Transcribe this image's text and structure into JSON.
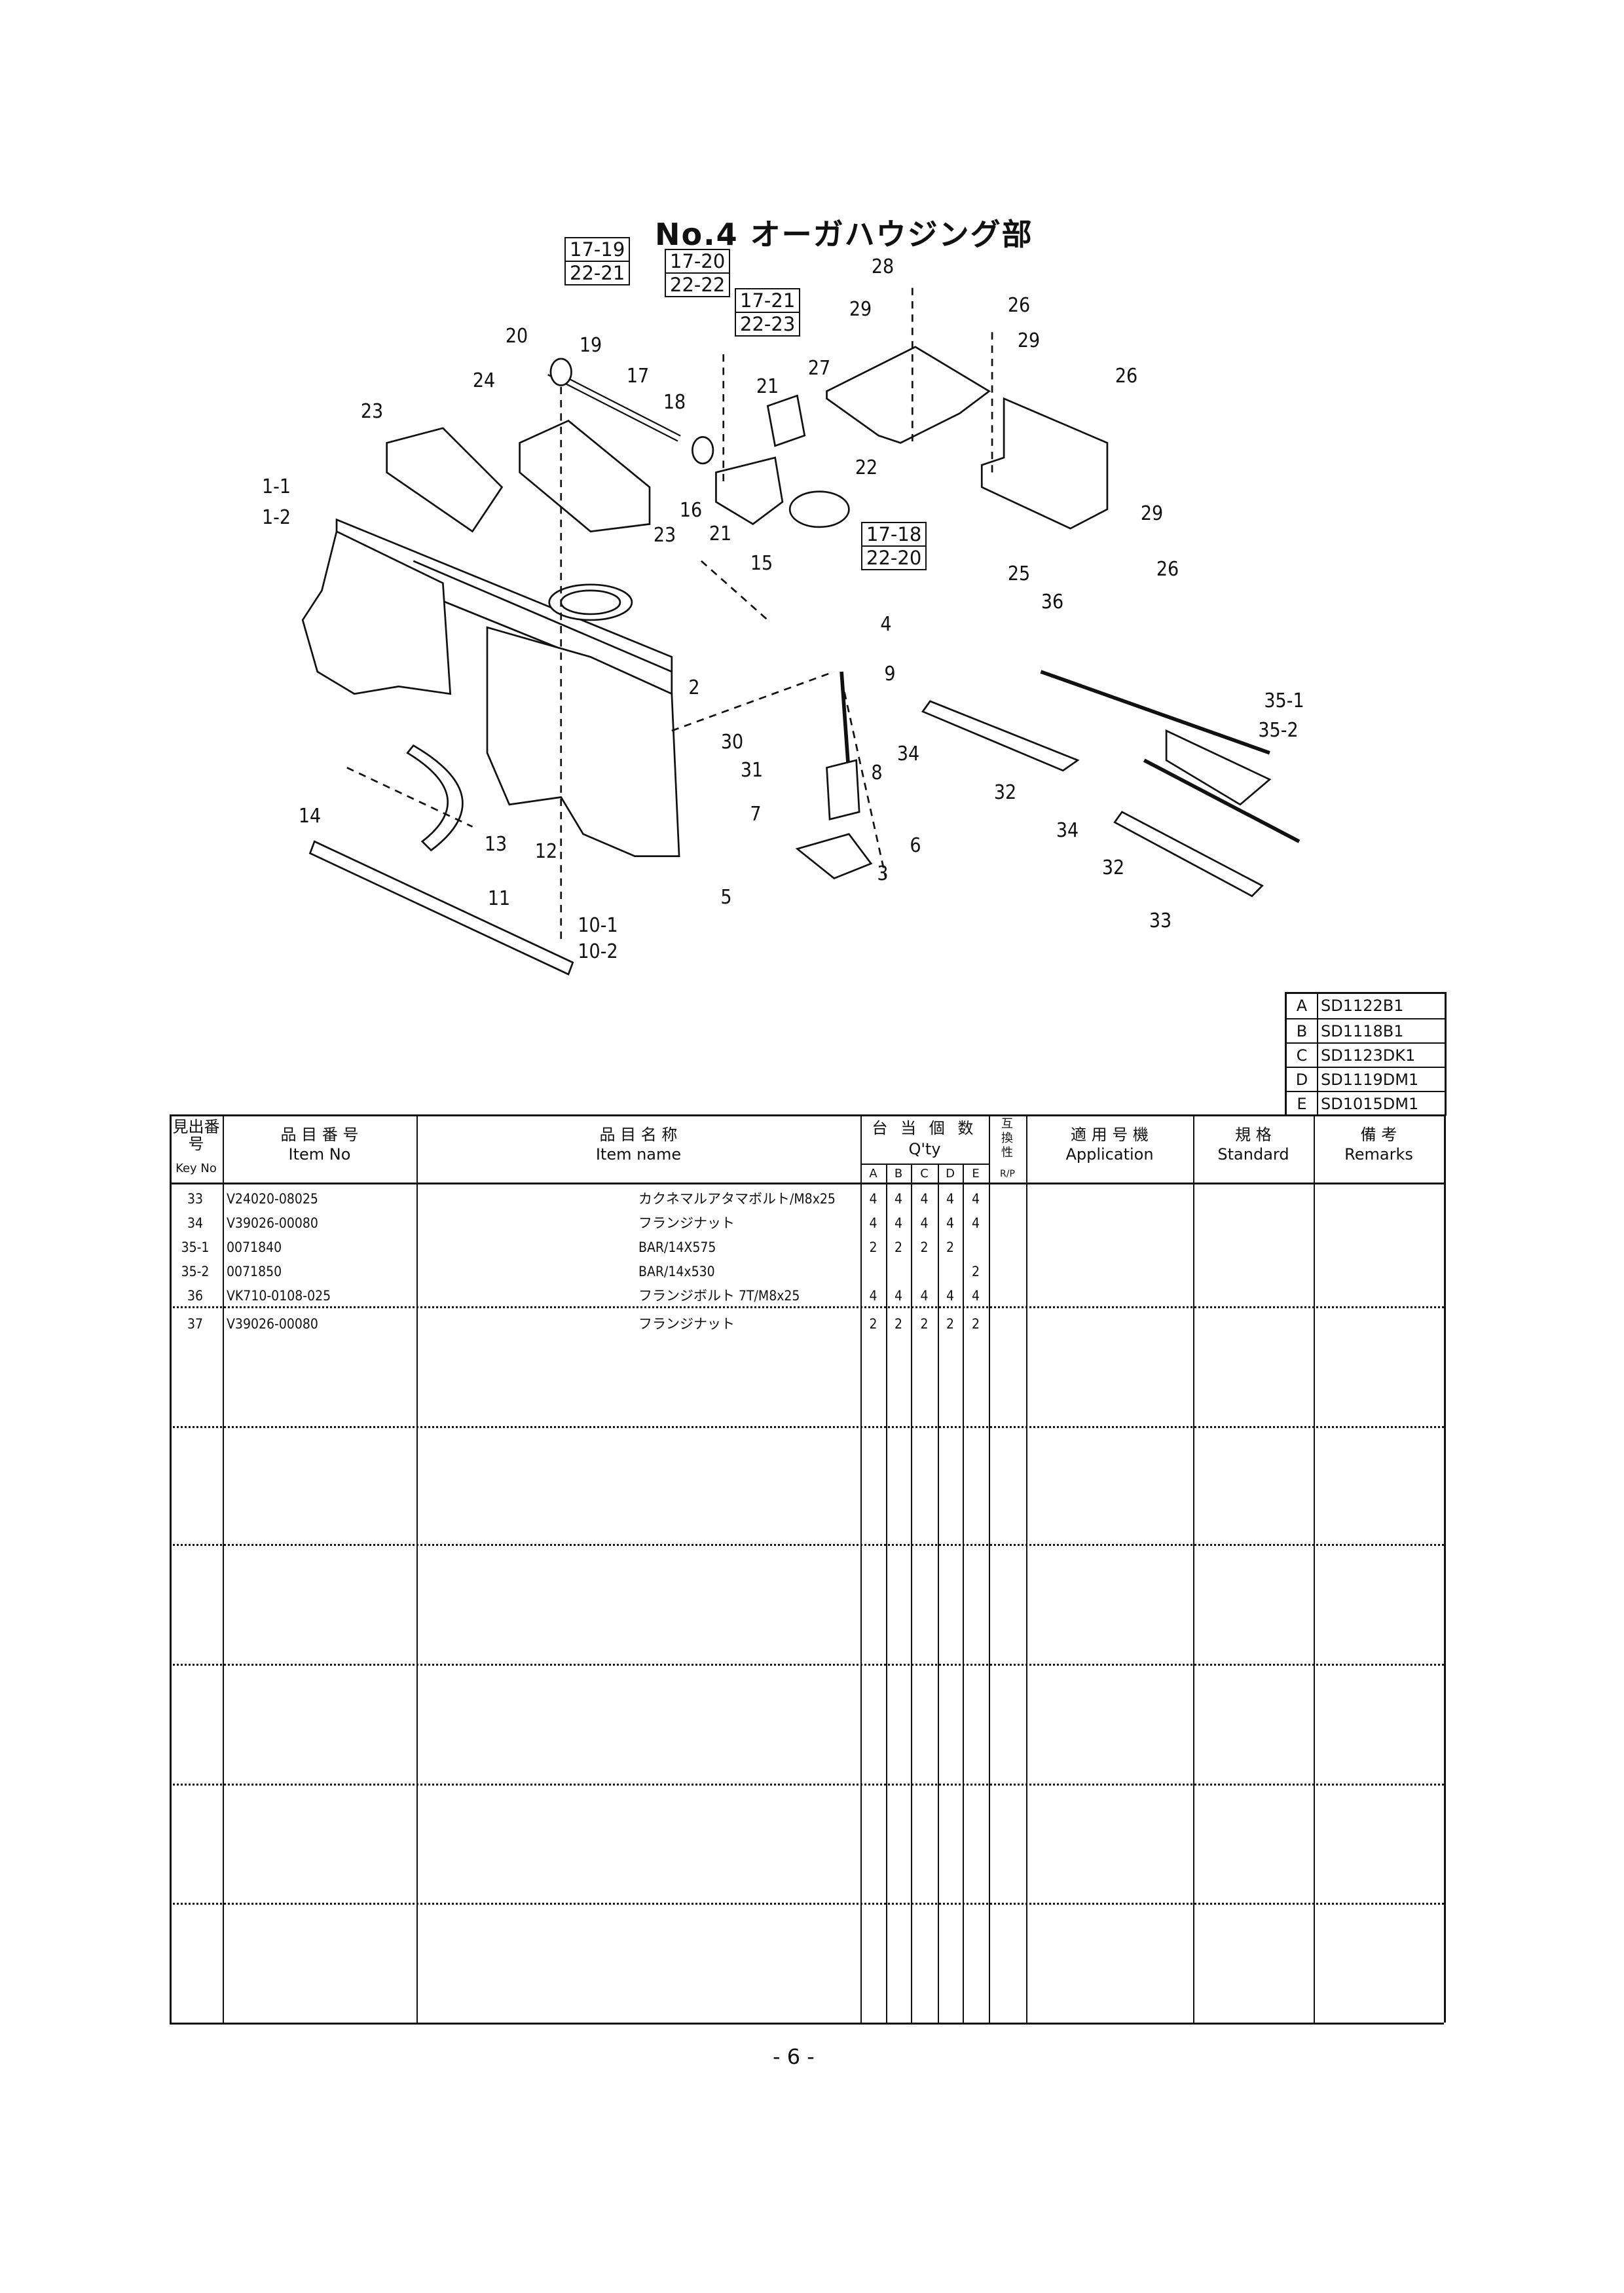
{
  "title": "No.4 オーガハウジング部",
  "diagram": {
    "callouts": [
      "28",
      "29",
      "26",
      "29",
      "20",
      "19",
      "27",
      "26",
      "24",
      "17",
      "21",
      "18",
      "23",
      "22",
      "1-1",
      "1-2",
      "16",
      "21",
      "23",
      "29",
      "26",
      "25",
      "15",
      "36",
      "4",
      "2",
      "9",
      "35-1",
      "35-2",
      "30",
      "34",
      "31",
      "8",
      "32",
      "14",
      "7",
      "34",
      "6",
      "13",
      "12",
      "3",
      "32",
      "11",
      "5",
      "33",
      "10-1",
      "10-2"
    ],
    "boxed_callouts": [
      {
        "top": "17-19",
        "bottom": "22-21"
      },
      {
        "top": "17-20",
        "bottom": "22-22"
      },
      {
        "top": "17-21",
        "bottom": "22-23"
      },
      {
        "top": "17-18",
        "bottom": "22-20"
      }
    ]
  },
  "models": [
    {
      "letter": "A",
      "code": "SD1122B1"
    },
    {
      "letter": "B",
      "code": "SD1118B1"
    },
    {
      "letter": "C",
      "code": "SD1123DK1"
    },
    {
      "letter": "D",
      "code": "SD1119DM1"
    },
    {
      "letter": "E",
      "code": "SD1015DM1"
    }
  ],
  "table": {
    "headers": {
      "key_no_jp": "見出番号",
      "key_no_en": "Key No",
      "item_no_jp": "品 目 番 号",
      "item_no_en": "Item No",
      "item_name_jp": "品 目 名 称",
      "item_name_en": "Item name",
      "qty_jp": "台 当 個 数",
      "qty_en": "Q'ty",
      "qty_cols": [
        "A",
        "B",
        "C",
        "D",
        "E"
      ],
      "rp_jp": "互換性",
      "rp_en": "R/P",
      "application_jp": "適 用 号 機",
      "application_en": "Application",
      "standard_jp": "規 格",
      "standard_en": "Standard",
      "remarks_jp": "備 考",
      "remarks_en": "Remarks"
    },
    "rows": [
      {
        "key": "33",
        "item_no": "V24020-08025",
        "name": "カクネマルアタマボルト/M8x25",
        "qty": [
          "4",
          "4",
          "4",
          "4",
          "4"
        ]
      },
      {
        "key": "34",
        "item_no": "V39026-00080",
        "name": "フランジナット",
        "qty": [
          "4",
          "4",
          "4",
          "4",
          "4"
        ]
      },
      {
        "key": "35-1",
        "item_no": "0071840",
        "name": "BAR/14X575",
        "qty": [
          "2",
          "2",
          "2",
          "2",
          ""
        ]
      },
      {
        "key": "35-2",
        "item_no": "0071850",
        "name": "BAR/14x530",
        "qty": [
          "",
          "",
          "",
          "",
          "2"
        ]
      },
      {
        "key": "36",
        "item_no": "VK710-0108-025",
        "name": "フランジボルト 7T/M8x25",
        "qty": [
          "4",
          "4",
          "4",
          "4",
          "4"
        ]
      },
      {
        "key": "37",
        "item_no": "V39026-00080",
        "name": "フランジナット",
        "qty": [
          "2",
          "2",
          "2",
          "2",
          "2"
        ]
      }
    ]
  },
  "page_number": "- 6 -"
}
